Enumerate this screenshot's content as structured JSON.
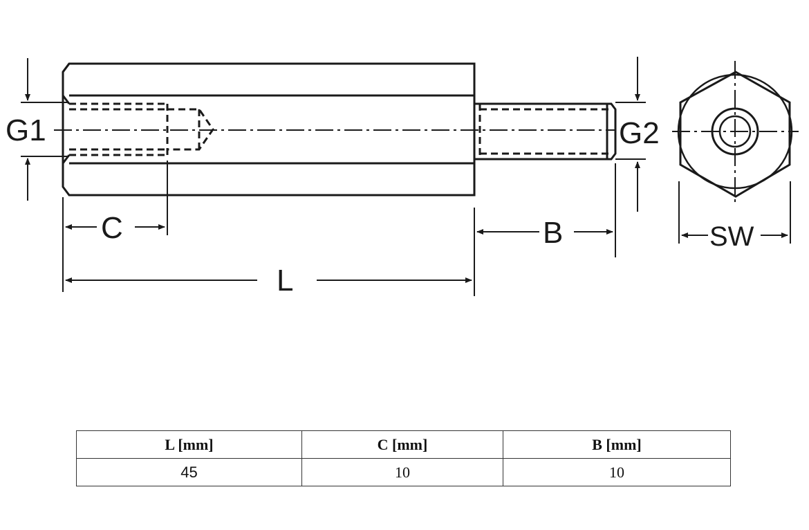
{
  "labels": {
    "g1": "G1",
    "g2": "G2",
    "c": "C",
    "l": "L",
    "b": "B",
    "sw": "SW"
  },
  "table": {
    "headers": [
      "L [mm]",
      "C [mm]",
      "B [mm]"
    ],
    "row": [
      "45",
      "10",
      "10"
    ]
  }
}
